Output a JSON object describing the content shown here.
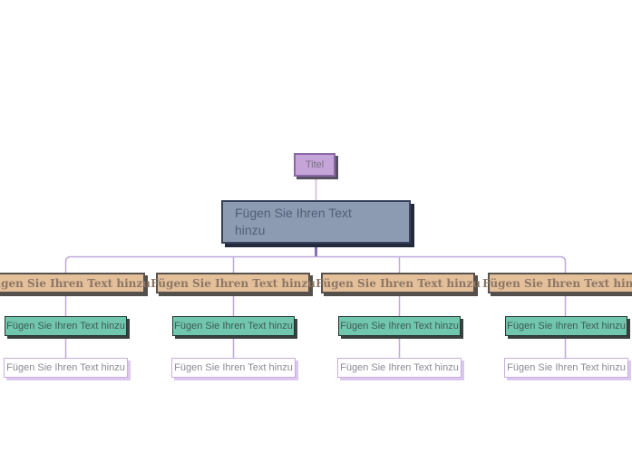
{
  "diagram": {
    "type": "mind-map-org-chart",
    "title_node": {
      "label": "Titel"
    },
    "root_node": {
      "label": "Fügen Sie Ihren Text hinzu"
    },
    "columns": [
      {
        "level1": "Fügen Sie Ihren Text hinzu",
        "level2": "Fügen Sie Ihren Text hinzu",
        "level3": "Fügen Sie Ihren Text hinzu"
      },
      {
        "level1": "Fügen Sie Ihren Text hinzu",
        "level2": "Fügen Sie Ihren Text hinzu",
        "level3": "Fügen Sie Ihren Text hinzu"
      },
      {
        "level1": "Fügen Sie Ihren Text hinzu",
        "level2": "Fügen Sie Ihren Text hinzu",
        "level3": "Fügen Sie Ihren Text hinzu"
      },
      {
        "level1": "Fügen Sie Ihren Text hinzu",
        "level2": "Fügen Sie Ihren Text hinzu",
        "level3": "Fügen Sie Ihren Text hinzu"
      }
    ],
    "colors": {
      "background": "#ffffff",
      "title_fill": "#c5a5d8",
      "title_border": "#8a68a8",
      "root_fill": "#8c9ab2",
      "root_border": "#36415a",
      "level1_fill": "#e3bf9a",
      "level1_border": "#57524d",
      "level2_fill": "#71c7ae",
      "level2_border": "#263732",
      "level3_fill": "#ffffff",
      "level3_border": "#c9ade0",
      "connector_light": "#bfa8dc",
      "connector_lighter": "#d7c7e9",
      "connector_dark": "#8b6db1"
    }
  }
}
